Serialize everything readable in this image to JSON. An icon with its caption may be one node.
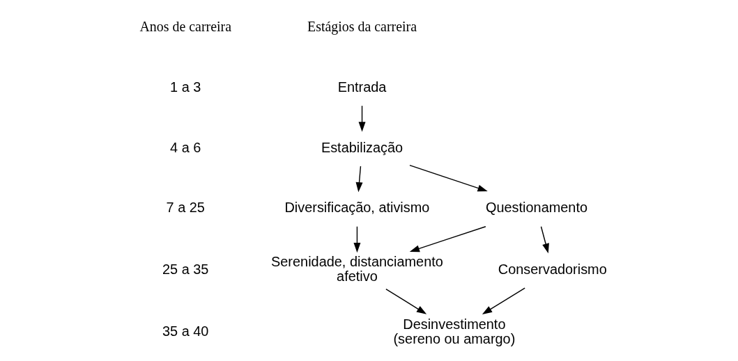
{
  "diagram": {
    "nodes": [
      {
        "text": [
          "Entrada"
        ]
      },
      {
        "text": [
          "Estabilização"
        ]
      },
      {
        "text": [
          "Diversificação, ativismo"
        ]
      },
      {
        "text": [
          "Questionamento"
        ]
      },
      {
        "text": [
          "Serenidade, distanciamento afetivo"
        ]
      },
      {
        "text": [
          "Conservadorismo"
        ]
      },
      {
        "text": [
          "Desinvestimento (sereno ou amargo)"
        ]
      }
    ],
    "edges": [
      {
        "from": 0,
        "to": 1,
        "arrow": "to"
      },
      {
        "from": 1,
        "to": 2,
        "arrow": "to"
      },
      {
        "from": 1,
        "to": 3,
        "arrow": "to"
      },
      {
        "from": 2,
        "to": 4,
        "arrow": "to"
      },
      {
        "from": 3,
        "to": 4,
        "arrow": "to"
      },
      {
        "from": 3,
        "to": 5,
        "arrow": "to"
      },
      {
        "from": 4,
        "to": 6,
        "arrow": "to"
      },
      {
        "from": 5,
        "to": 6,
        "arrow": "to"
      }
    ],
    "labels": [
      "Anos de carreira",
      "Estágios da carreira",
      "1 a 3",
      "4 a 6",
      "7 a 25",
      "25 a 35",
      "35 a 40"
    ]
  }
}
